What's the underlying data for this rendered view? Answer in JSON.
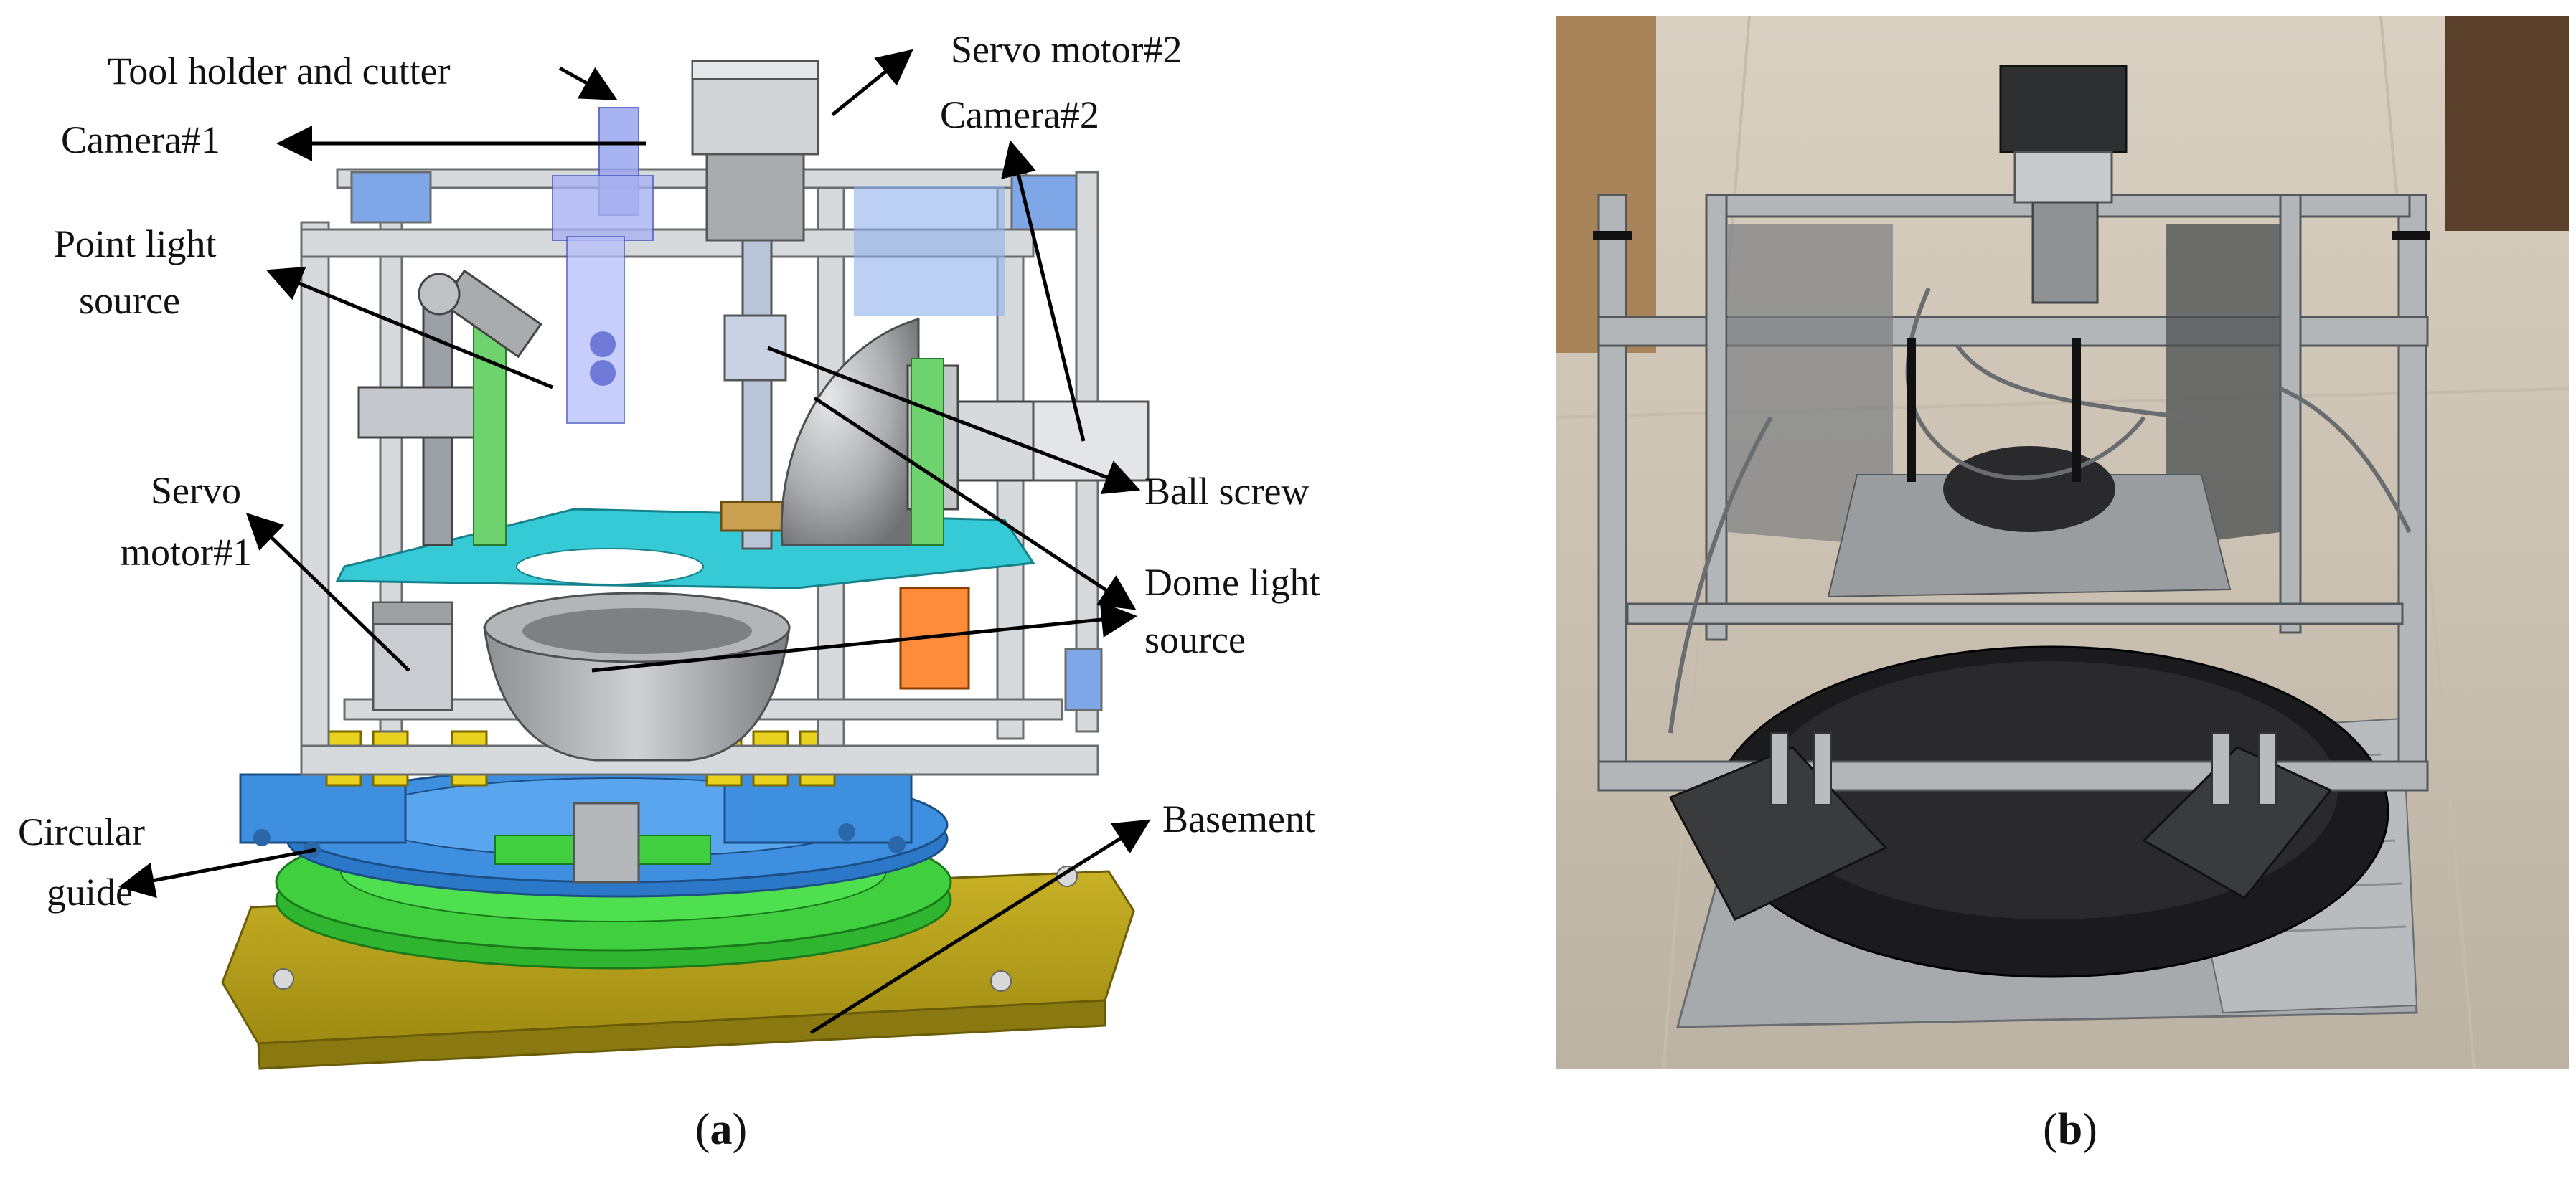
{
  "figure": {
    "panel_a": {
      "caption_open": "(",
      "caption_letter": "a",
      "caption_close": ")",
      "labels": {
        "tool_holder": "Tool holder and cutter",
        "camera1": "Camera#1",
        "servo2": "Servo motor#2",
        "camera2": "Camera#2",
        "point_light_1": "Point light",
        "point_light_2": "source",
        "servo1_1": "Servo",
        "servo1_2": "motor#1",
        "ball_screw": "Ball screw",
        "dome_light_1": "Dome light",
        "dome_light_2": "source",
        "circular_guide_1": "Circular",
        "circular_guide_2": "guide",
        "basement": "Basement"
      },
      "colors": {
        "basement": "#b8a21c",
        "green_ring": "#3fcf3f",
        "blue_ring": "#3f8fe0",
        "cyan_plate": "#36c9d6",
        "frame": "#c9ccd0",
        "clamp": "#e8d21f",
        "dome": "#a8aaad"
      }
    },
    "panel_b": {
      "caption_open": "(",
      "caption_letter": "b",
      "caption_close": ")"
    }
  }
}
